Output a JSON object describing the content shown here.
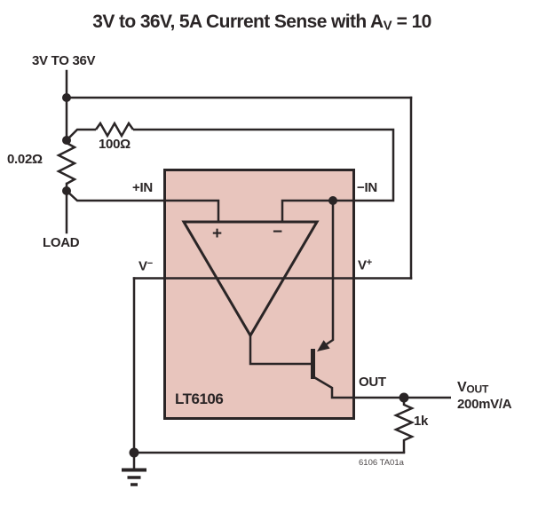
{
  "title": {
    "prefix": "3V to 36V, 5A Current Sense with A",
    "sub": "V",
    "suffix": " = 10"
  },
  "schematic": {
    "supply_label": "3V TO 36V",
    "sense_resistor_value": "0.02Ω",
    "gain_resistor_value": "100Ω",
    "load_label": "LOAD",
    "output_resistor_value": "1k",
    "figure_id": "6106 TA01a"
  },
  "ic": {
    "part_number": "LT6106",
    "pins": {
      "plus_in": "+IN",
      "minus_in": "−IN",
      "v_minus_base": "V",
      "v_minus_sup": "−",
      "v_plus_base": "V",
      "v_plus_sup": "+",
      "out": "OUT"
    },
    "opamp": {
      "plus": "+",
      "minus": "−"
    }
  },
  "output": {
    "v_base": "V",
    "v_sub": "OUT",
    "rate": "200mV/A"
  },
  "colors": {
    "line": "#2a2526",
    "ic_fill": "#e8c5bd",
    "background": "#ffffff"
  }
}
